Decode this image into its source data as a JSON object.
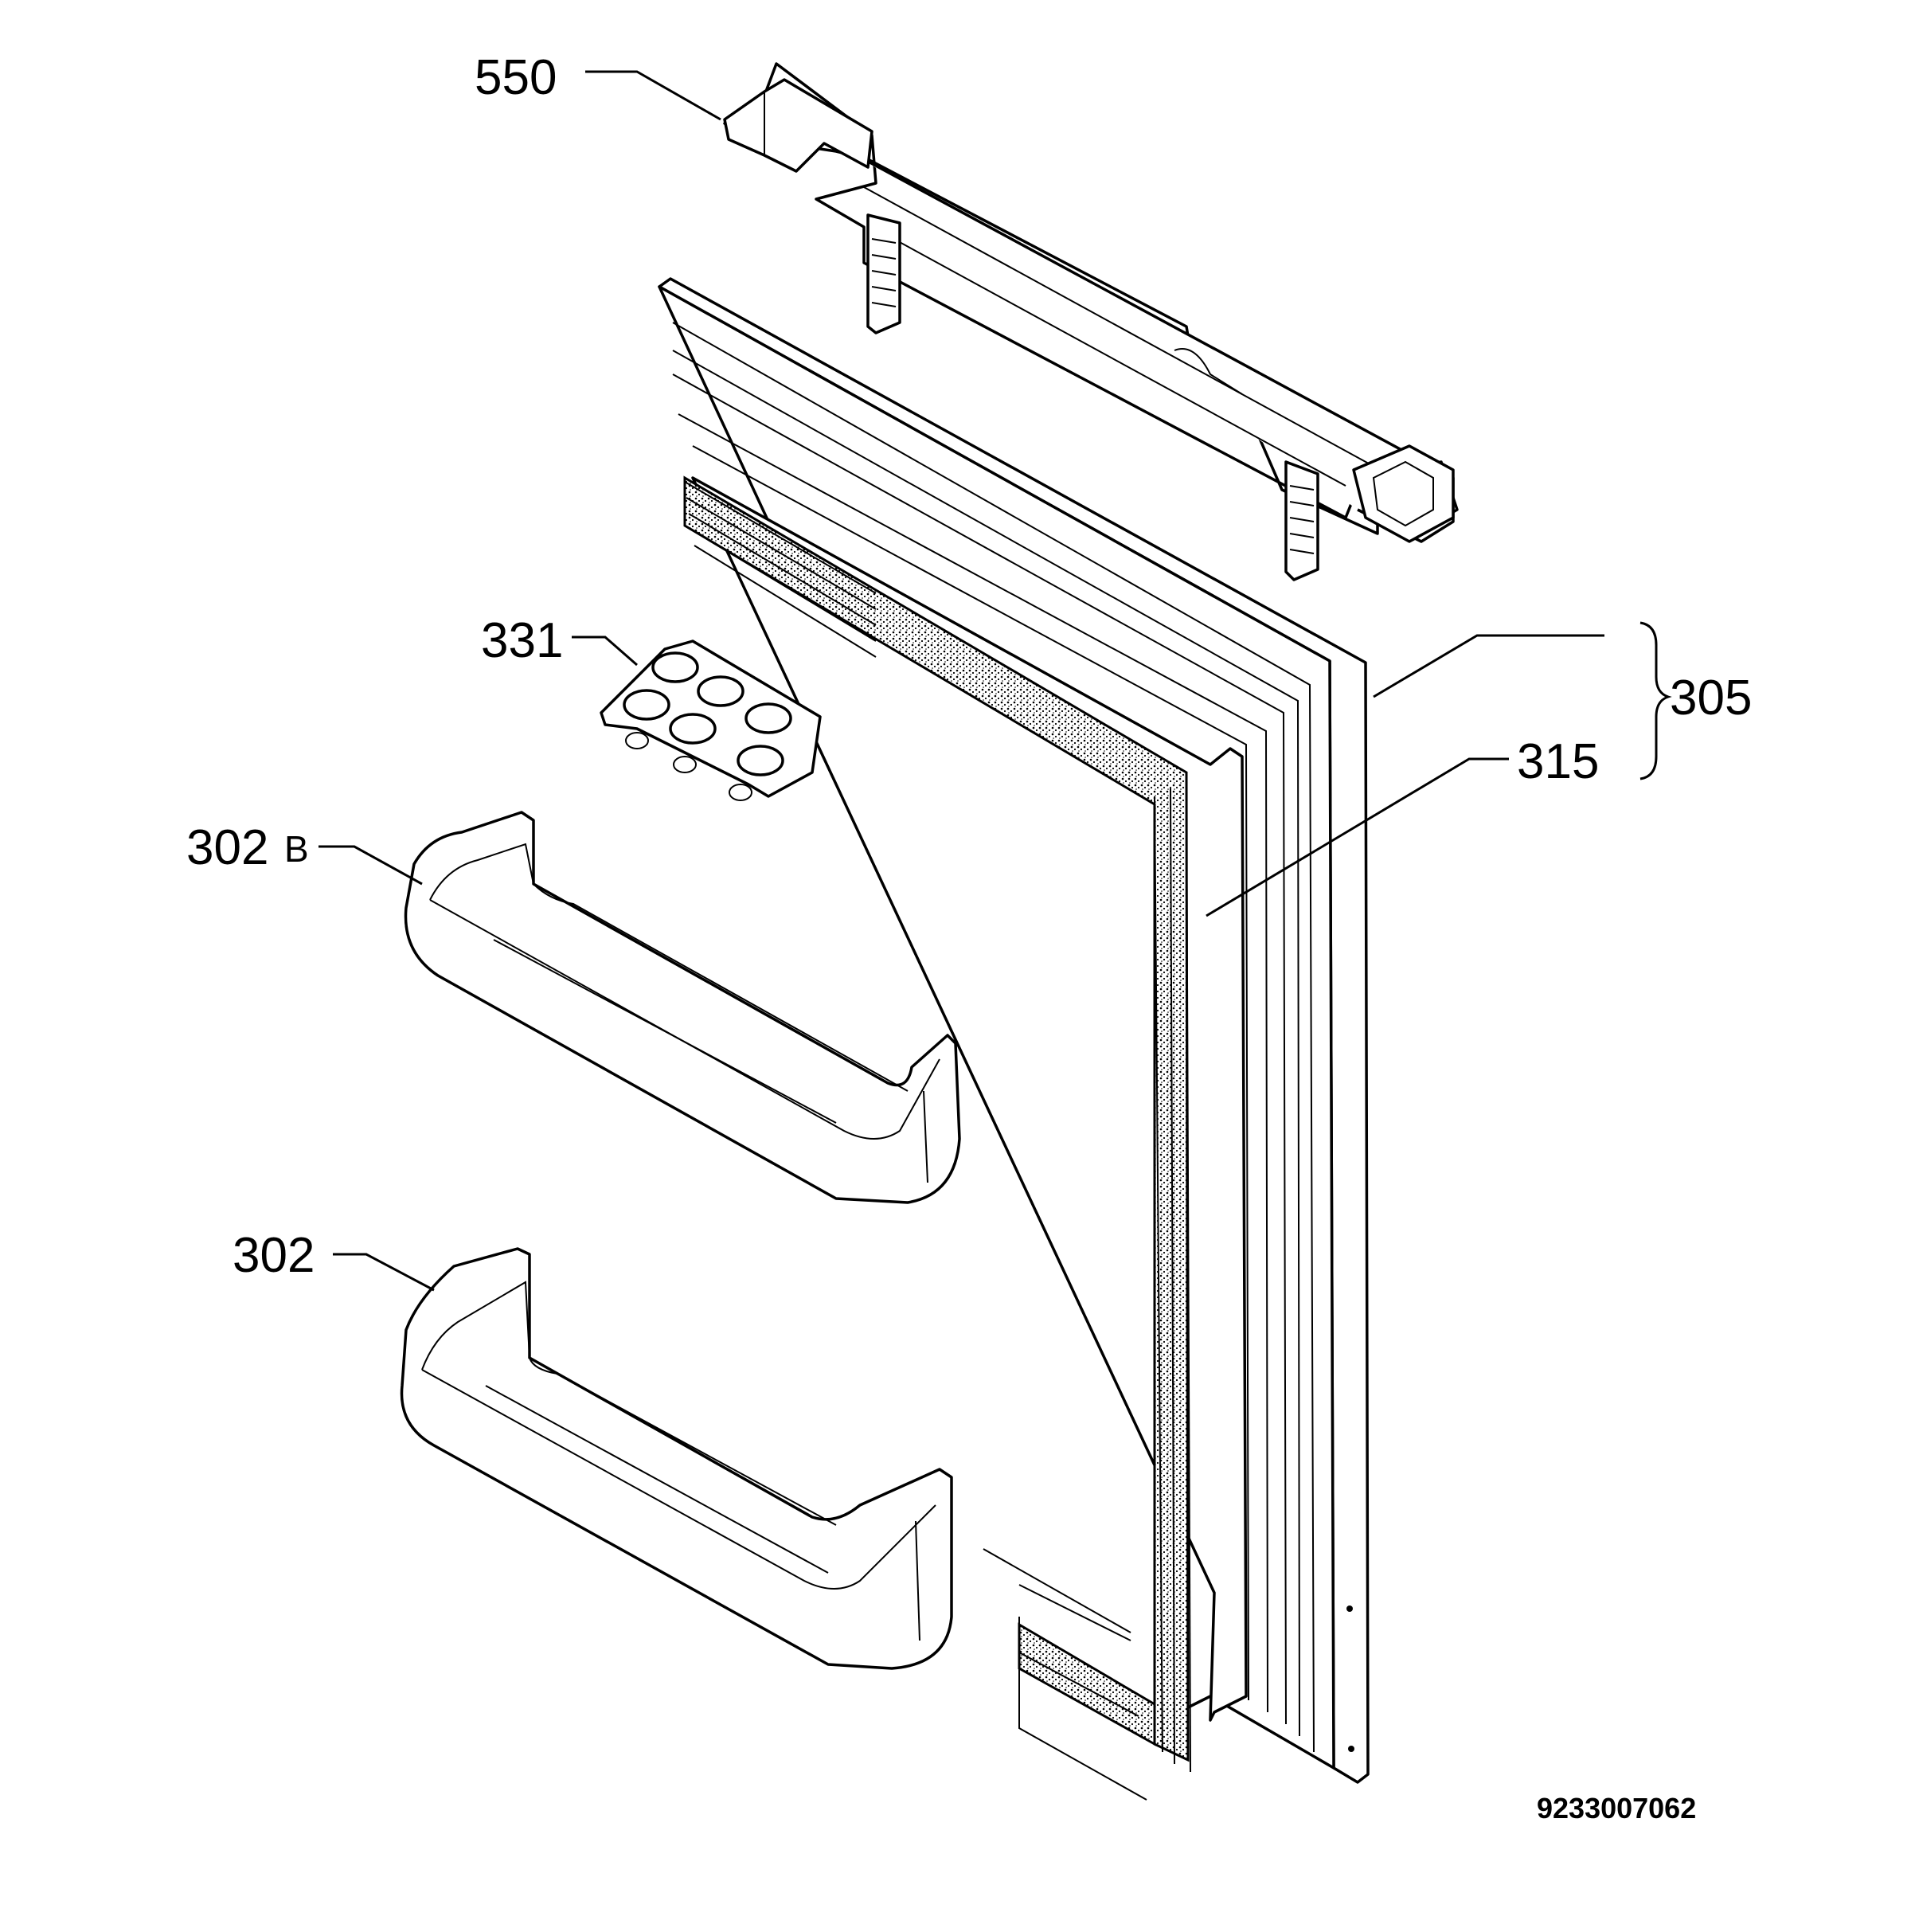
{
  "labels": {
    "p550": "550",
    "p331": "331",
    "p302b_num": "302",
    "p302b_suffix": "B",
    "p302": "302",
    "p305": "305",
    "p315": "315"
  },
  "drawing_code": "9233007062"
}
